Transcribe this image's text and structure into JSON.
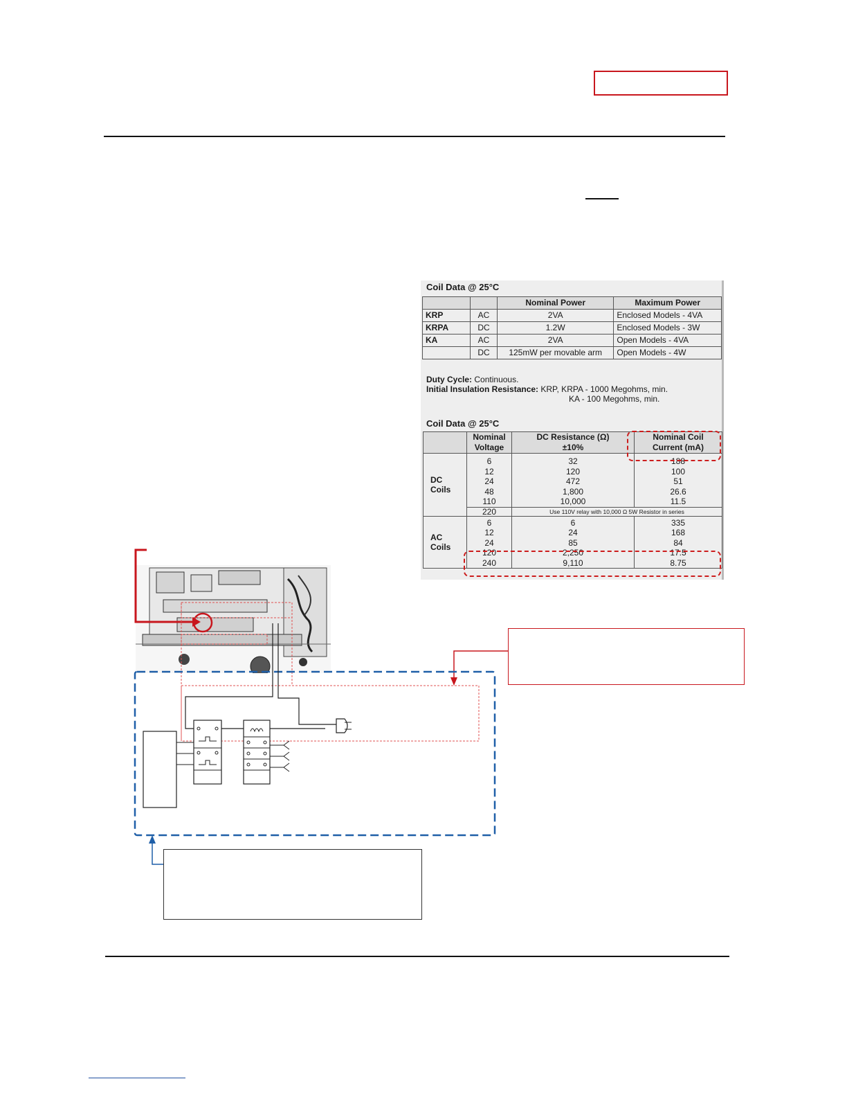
{
  "coil_table_1": {
    "title": "Coil Data @ 25°C",
    "headers": [
      "Nominal Power",
      "Maximum Power"
    ],
    "rows": [
      {
        "model": "KRP",
        "type": "AC",
        "nominal": "2VA",
        "max": "Enclosed Models - 4VA"
      },
      {
        "model": "KRPA",
        "type": "DC",
        "nominal": "1.2W",
        "max": "Enclosed Models - 3W"
      },
      {
        "model": "KA",
        "type": "AC",
        "nominal": "2VA",
        "max": "Open Models - 4VA"
      },
      {
        "model": "",
        "type": "DC",
        "nominal": "125mW per movable arm",
        "max": "Open Models - 4W"
      }
    ]
  },
  "specs": {
    "duty_label": "Duty Cycle:",
    "duty_value": "Continuous.",
    "insulation_label": "Initial Insulation Resistance:",
    "insulation_value_1": "KRP, KRPA - 1000 Megohms, min.",
    "insulation_value_2": "KA - 100 Megohms, min."
  },
  "coil_table_2": {
    "title": "Coil Data @ 25°C",
    "headers": {
      "voltage_1": "Nominal",
      "voltage_2": "Voltage",
      "resistance_1": "DC Resistance (Ω)",
      "resistance_2": "±10%",
      "current_1": "Nominal Coil",
      "current_2": "Current (mA)"
    },
    "dc_group": "DC\nCoils",
    "dc_voltages": "6\n12\n24\n48\n110",
    "dc_resistances": "32\n120\n472\n1,800\n10,000",
    "dc_currents": "188\n100\n51\n26.6\n11.5",
    "dc_220_voltage": "220",
    "dc_220_note": "Use 110V relay with 10,000 Ω 5W Resistor in series",
    "ac_group": "AC\nCoils",
    "ac_voltages": "6\n12\n24\n120\n240",
    "ac_resistances": "6\n24\n85\n2,250\n9,110",
    "ac_currents": "335\n168\n84\n17.5\n8.75"
  },
  "colors": {
    "accent_red": "#c8161d",
    "accent_blue": "#1f5fa8"
  }
}
